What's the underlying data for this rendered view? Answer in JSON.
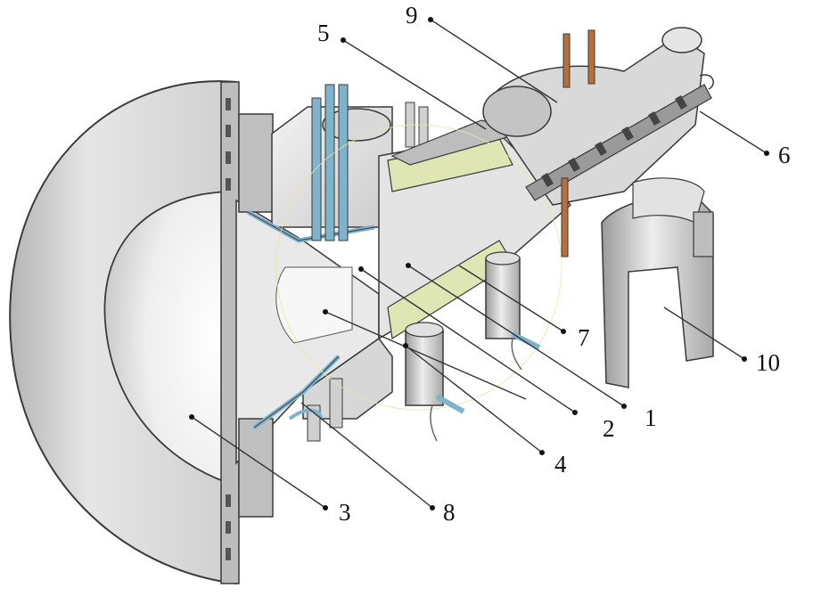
{
  "callouts": [
    {
      "id": "c1",
      "label": "1"
    },
    {
      "id": "c2",
      "label": "2"
    },
    {
      "id": "c3",
      "label": "3"
    },
    {
      "id": "c4",
      "label": "4"
    },
    {
      "id": "c5",
      "label": "5"
    },
    {
      "id": "c6",
      "label": "6"
    },
    {
      "id": "c7",
      "label": "7"
    },
    {
      "id": "c8",
      "label": "8"
    },
    {
      "id": "c9",
      "label": "9"
    },
    {
      "id": "c10",
      "label": "10"
    }
  ],
  "colors": {
    "metal_light": "#ececec",
    "metal_mid": "#c9c9c9",
    "metal_dark": "#8e8e8e",
    "outline": "#3a3a3a",
    "insulator": "#dfe6b4",
    "coolant_pipe": "#7fb3cc",
    "copper_rod": "#b8703a"
  }
}
